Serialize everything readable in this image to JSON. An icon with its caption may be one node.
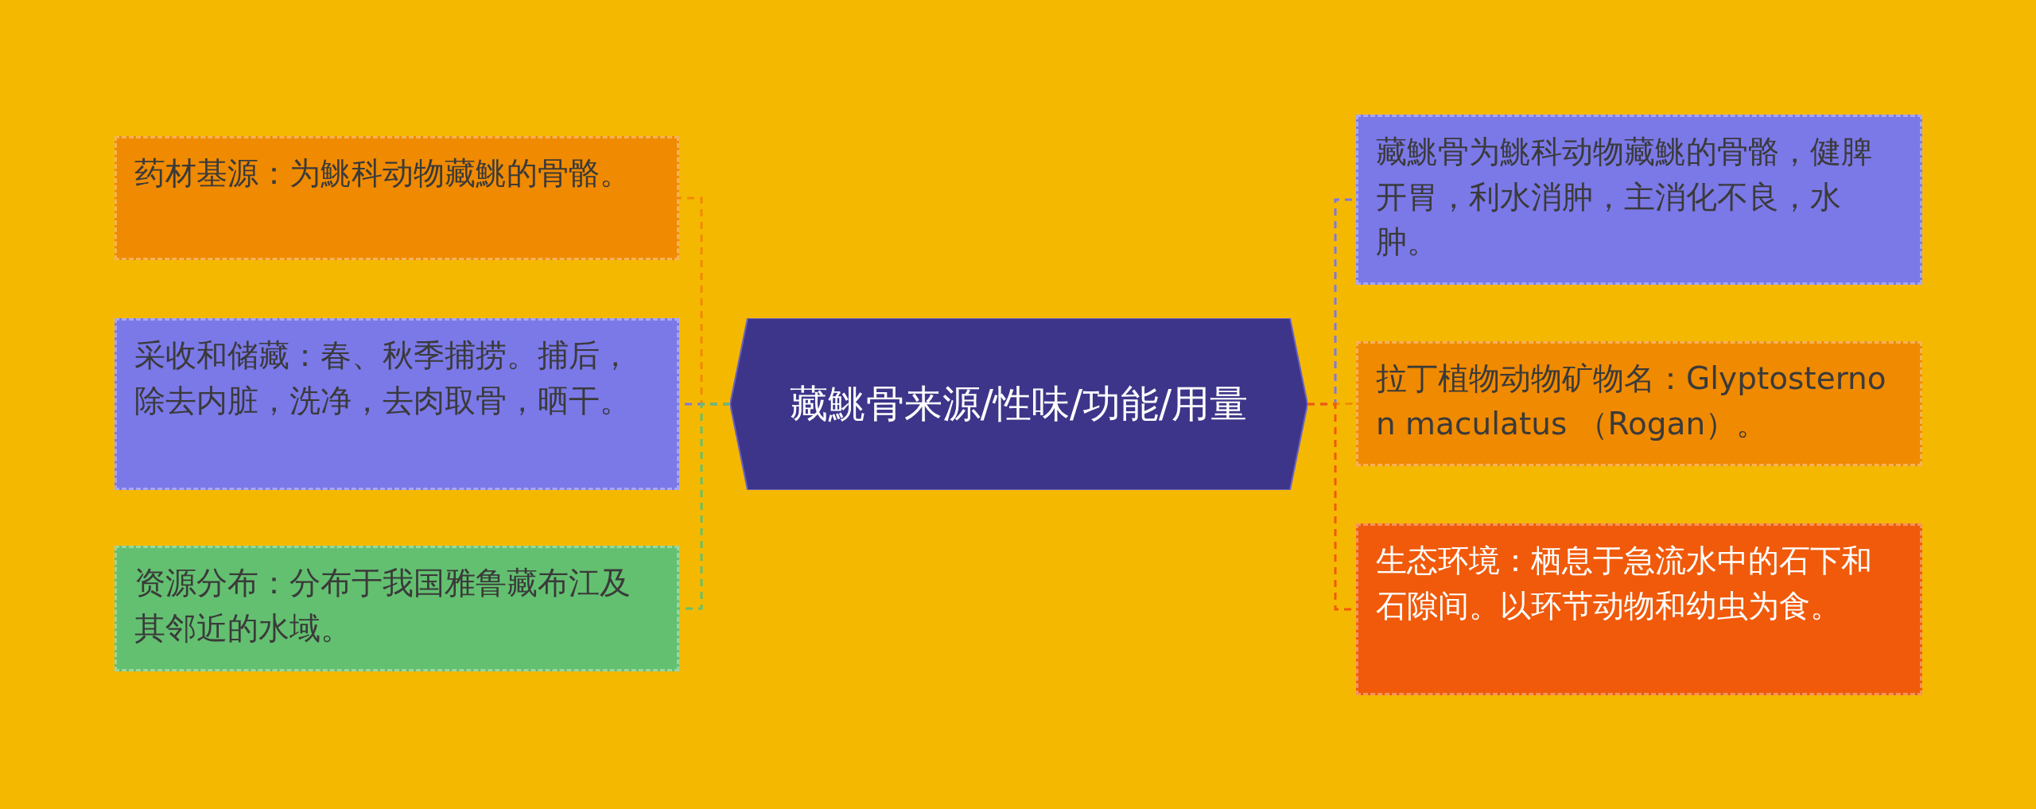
{
  "diagram": {
    "nodes": [
      {
        "text": [
          "藏鮡骨来源/性味/功能/用量"
        ]
      },
      {
        "text": [
          "药材基源：为鮡科动物藏鮡的骨骼。"
        ]
      },
      {
        "text": [
          "采收和储藏：春、秋季捕捞。捕后，除去内脏，洗净，去肉取骨，晒干。"
        ]
      },
      {
        "text": [
          "资源分布：分布于我国雅鲁藏布江及其邻近的水域。"
        ]
      },
      {
        "text": [
          "藏鮡骨为鮡科动物藏鮡的骨骼，健脾开胃，利水消肿，主消化不良，水肿。"
        ]
      },
      {
        "text": [
          "拉丁植物动物矿物名：Glyptosternon maculatus （Rogan）。"
        ]
      },
      {
        "text": [
          "生态环境：栖息于急流水中的石下和石隙间。以环节动物和幼虫为食。"
        ]
      }
    ],
    "edges": [
      {
        "from": 0,
        "to": 1,
        "arrow": "none",
        "style": "dashed",
        "color": "#f08a00"
      },
      {
        "from": 0,
        "to": 2,
        "arrow": "none",
        "style": "dashed",
        "color": "#7b78e8"
      },
      {
        "from": 0,
        "to": 3,
        "arrow": "none",
        "style": "dashed",
        "color": "#63c070"
      },
      {
        "from": 0,
        "to": 4,
        "arrow": "none",
        "style": "dashed",
        "color": "#7b78e8"
      },
      {
        "from": 0,
        "to": 5,
        "arrow": "none",
        "style": "dashed",
        "color": "#f08a00"
      },
      {
        "from": 0,
        "to": 6,
        "arrow": "none",
        "style": "dashed",
        "color": "#f05a0a"
      }
    ]
  }
}
